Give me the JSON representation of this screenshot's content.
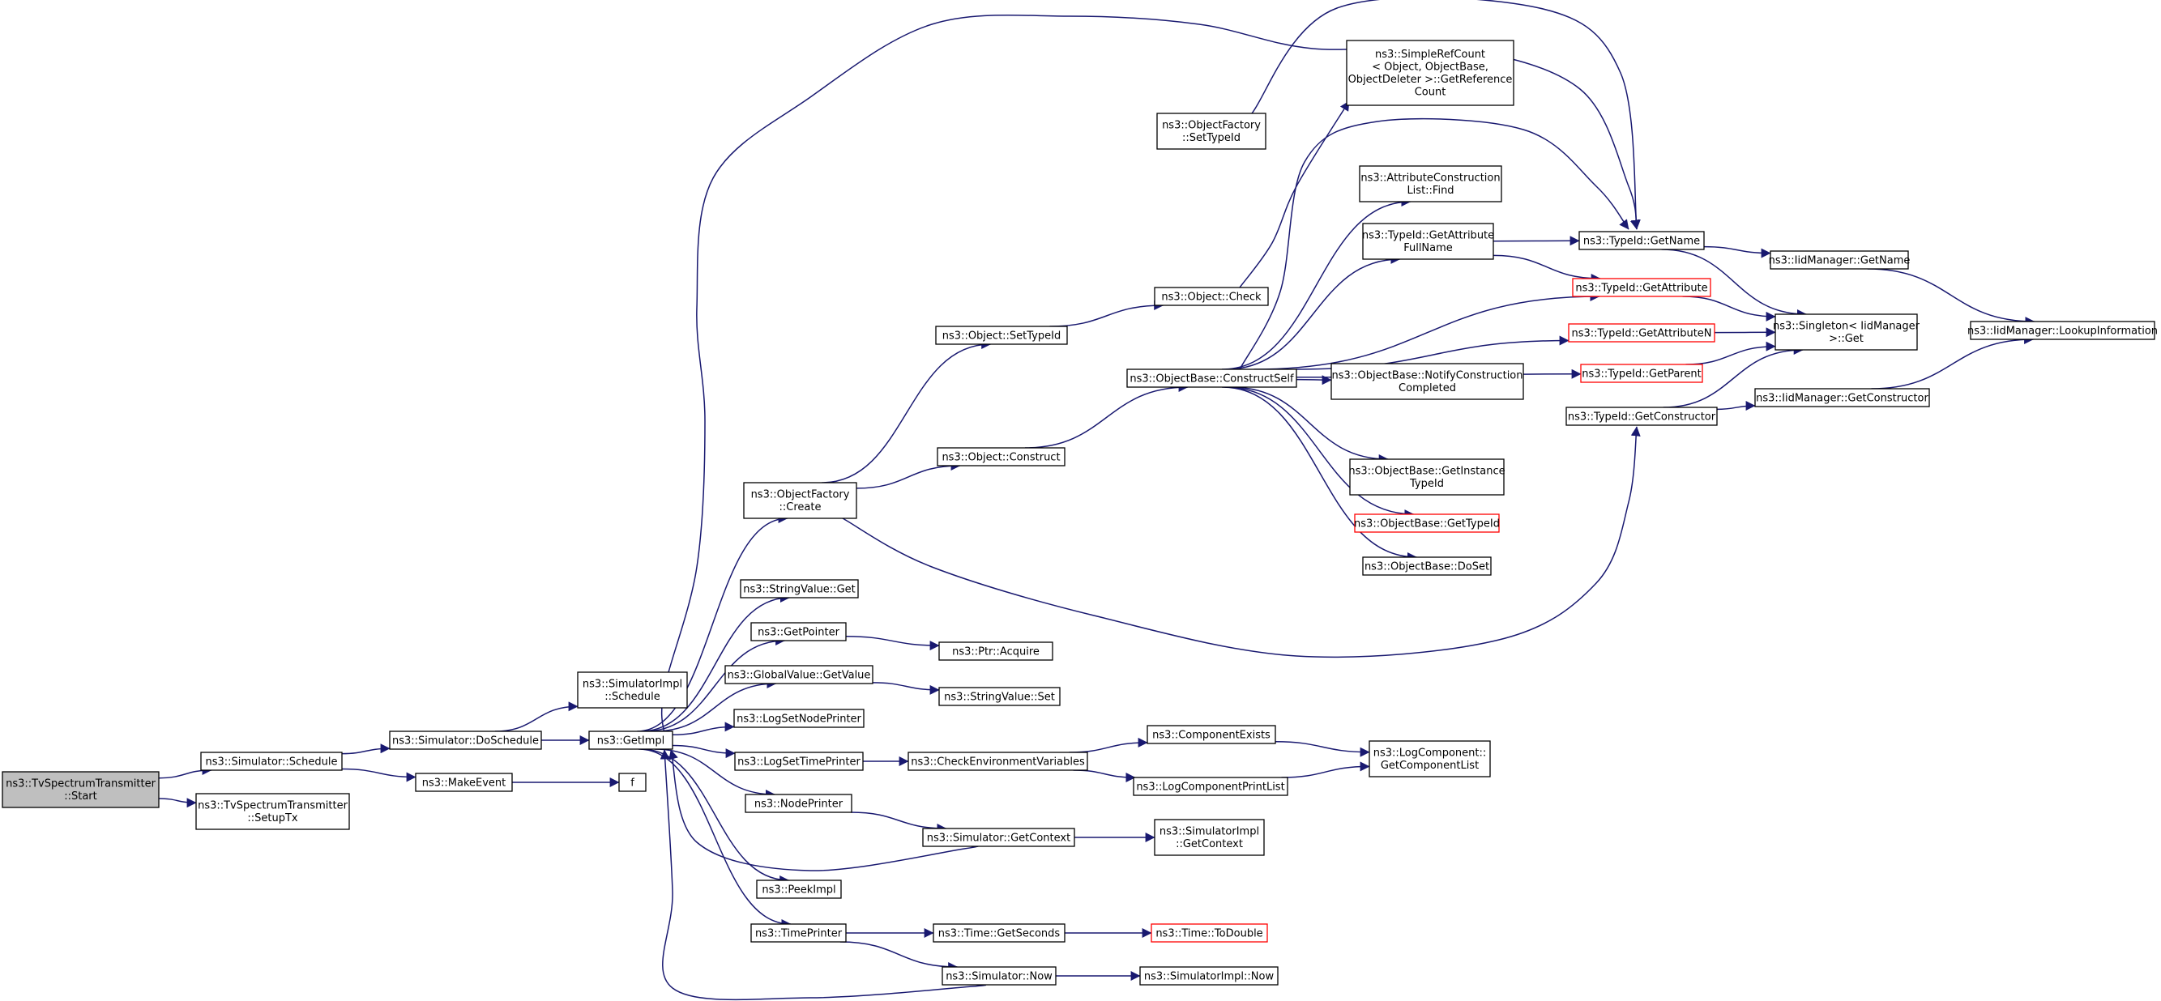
{
  "colors": {
    "edge": "#191970",
    "border": "#000000",
    "border_highlight": "#ff0000",
    "root_fill": "#bfbfbf",
    "node_fill": "#ffffff"
  },
  "nodes": [
    {
      "id": "n1",
      "lines": [
        "ns3::TvSpectrumTransmitter",
        "::Start"
      ],
      "style": "root"
    },
    {
      "id": "n2",
      "lines": [
        "ns3::Simulator::Schedule"
      ]
    },
    {
      "id": "n3",
      "lines": [
        "ns3::TvSpectrumTransmitter",
        "::SetupTx"
      ]
    },
    {
      "id": "n4",
      "lines": [
        "ns3::Simulator::DoSchedule"
      ]
    },
    {
      "id": "n5",
      "lines": [
        "ns3::MakeEvent"
      ]
    },
    {
      "id": "n6",
      "lines": [
        "ns3::SimulatorImpl",
        "::Schedule"
      ]
    },
    {
      "id": "n7",
      "lines": [
        "ns3::GetImpl"
      ]
    },
    {
      "id": "n8",
      "lines": [
        "f"
      ]
    },
    {
      "id": "n9",
      "lines": [
        "ns3::ObjectFactory",
        "::Create"
      ]
    },
    {
      "id": "n10",
      "lines": [
        "ns3::StringValue::Get"
      ]
    },
    {
      "id": "n11",
      "lines": [
        "ns3::GetPointer"
      ]
    },
    {
      "id": "n12",
      "lines": [
        "ns3::GlobalValue::GetValue"
      ]
    },
    {
      "id": "n13",
      "lines": [
        "ns3::LogSetNodePrinter"
      ]
    },
    {
      "id": "n14",
      "lines": [
        "ns3::LogSetTimePrinter"
      ]
    },
    {
      "id": "n15",
      "lines": [
        "ns3::NodePrinter"
      ]
    },
    {
      "id": "n16",
      "lines": [
        "ns3::PeekImpl"
      ]
    },
    {
      "id": "n17",
      "lines": [
        "ns3::TimePrinter"
      ]
    },
    {
      "id": "n18",
      "lines": [
        "ns3::Object::SetTypeId"
      ]
    },
    {
      "id": "n19",
      "lines": [
        "ns3::Object::Construct"
      ]
    },
    {
      "id": "n20",
      "lines": [
        "ns3::Ptr::Acquire"
      ]
    },
    {
      "id": "n21",
      "lines": [
        "ns3::StringValue::Set"
      ]
    },
    {
      "id": "n22",
      "lines": [
        "ns3::CheckEnvironmentVariables"
      ]
    },
    {
      "id": "n23",
      "lines": [
        "ns3::Simulator::GetContext"
      ]
    },
    {
      "id": "n24",
      "lines": [
        "ns3::Time::GetSeconds"
      ]
    },
    {
      "id": "n25",
      "lines": [
        "ns3::Simulator::Now"
      ]
    },
    {
      "id": "n26",
      "lines": [
        "ns3::ObjectFactory",
        "::SetTypeId"
      ]
    },
    {
      "id": "n27",
      "lines": [
        "ns3::Object::Check"
      ]
    },
    {
      "id": "n28",
      "lines": [
        "ns3::ObjectBase::ConstructSelf"
      ]
    },
    {
      "id": "n29",
      "lines": [
        "ns3::ComponentExists"
      ]
    },
    {
      "id": "n30",
      "lines": [
        "ns3::LogComponentPrintList"
      ]
    },
    {
      "id": "n31",
      "lines": [
        "ns3::SimulatorImpl",
        "::GetContext"
      ]
    },
    {
      "id": "n32",
      "lines": [
        "ns3::Time::ToDouble"
      ],
      "style": "red"
    },
    {
      "id": "n33",
      "lines": [
        "ns3::SimulatorImpl::Now"
      ]
    },
    {
      "id": "n34",
      "lines": [
        "ns3::SimpleRefCount",
        "< Object, ObjectBase,",
        "ObjectDeleter >::GetReference",
        "Count"
      ]
    },
    {
      "id": "n35",
      "lines": [
        "ns3::AttributeConstruction",
        "List::Find"
      ]
    },
    {
      "id": "n36",
      "lines": [
        "ns3::TypeId::GetAttribute",
        "FullName"
      ]
    },
    {
      "id": "n37",
      "lines": [
        "ns3::ObjectBase::NotifyConstruction",
        "Completed"
      ]
    },
    {
      "id": "n38",
      "lines": [
        "ns3::ObjectBase::GetInstance",
        "TypeId"
      ]
    },
    {
      "id": "n39",
      "lines": [
        "ns3::ObjectBase::GetTypeId"
      ],
      "style": "red"
    },
    {
      "id": "n40",
      "lines": [
        "ns3::ObjectBase::DoSet"
      ]
    },
    {
      "id": "n41",
      "lines": [
        "ns3::LogComponent::",
        "GetComponentList"
      ]
    },
    {
      "id": "n42",
      "lines": [
        "ns3::TypeId::GetName"
      ]
    },
    {
      "id": "n43",
      "lines": [
        "ns3::TypeId::GetAttribute"
      ],
      "style": "red"
    },
    {
      "id": "n44",
      "lines": [
        "ns3::TypeId::GetAttributeN"
      ],
      "style": "red"
    },
    {
      "id": "n45",
      "lines": [
        "ns3::TypeId::GetParent"
      ],
      "style": "red"
    },
    {
      "id": "n46",
      "lines": [
        "ns3::TypeId::GetConstructor"
      ]
    },
    {
      "id": "n47",
      "lines": [
        "ns3::IidManager::GetName"
      ]
    },
    {
      "id": "n48",
      "lines": [
        "ns3::Singleton< IidManager",
        ">::Get"
      ]
    },
    {
      "id": "n49",
      "lines": [
        "ns3::IidManager::GetConstructor"
      ]
    },
    {
      "id": "n50",
      "lines": [
        "ns3::IidManager::LookupInformation"
      ]
    }
  ],
  "edges": [
    [
      "n1",
      "n2"
    ],
    [
      "n1",
      "n3"
    ],
    [
      "n2",
      "n4"
    ],
    [
      "n2",
      "n5"
    ],
    [
      "n4",
      "n6"
    ],
    [
      "n4",
      "n7"
    ],
    [
      "n5",
      "n8"
    ],
    [
      "n7",
      "n9"
    ],
    [
      "n7",
      "n10"
    ],
    [
      "n7",
      "n11"
    ],
    [
      "n7",
      "n12"
    ],
    [
      "n7",
      "n13"
    ],
    [
      "n7",
      "n14"
    ],
    [
      "n7",
      "n15"
    ],
    [
      "n7",
      "n16"
    ],
    [
      "n7",
      "n17"
    ],
    [
      "n7",
      "n42"
    ],
    [
      "n9",
      "n18"
    ],
    [
      "n9",
      "n19"
    ],
    [
      "n9",
      "n46"
    ],
    [
      "n11",
      "n20"
    ],
    [
      "n12",
      "n21"
    ],
    [
      "n14",
      "n22"
    ],
    [
      "n15",
      "n23"
    ],
    [
      "n17",
      "n24"
    ],
    [
      "n17",
      "n25"
    ],
    [
      "n18",
      "n27"
    ],
    [
      "n19",
      "n28"
    ],
    [
      "n27",
      "n34"
    ],
    [
      "n26",
      "n42"
    ],
    [
      "n28",
      "n35"
    ],
    [
      "n28",
      "n36"
    ],
    [
      "n28",
      "n37"
    ],
    [
      "n28",
      "n38"
    ],
    [
      "n28",
      "n39"
    ],
    [
      "n28",
      "n40"
    ],
    [
      "n28",
      "n42"
    ],
    [
      "n28",
      "n43"
    ],
    [
      "n28",
      "n44"
    ],
    [
      "n28",
      "n45"
    ],
    [
      "n22",
      "n29"
    ],
    [
      "n22",
      "n30"
    ],
    [
      "n23",
      "n31"
    ],
    [
      "n23",
      "n7"
    ],
    [
      "n24",
      "n32"
    ],
    [
      "n25",
      "n33"
    ],
    [
      "n25",
      "n7"
    ],
    [
      "n29",
      "n41"
    ],
    [
      "n30",
      "n41"
    ],
    [
      "n36",
      "n42"
    ],
    [
      "n36",
      "n43"
    ],
    [
      "n42",
      "n47"
    ],
    [
      "n42",
      "n48"
    ],
    [
      "n43",
      "n48"
    ],
    [
      "n44",
      "n48"
    ],
    [
      "n45",
      "n48"
    ],
    [
      "n46",
      "n48"
    ],
    [
      "n46",
      "n49"
    ],
    [
      "n47",
      "n50"
    ],
    [
      "n49",
      "n50"
    ]
  ]
}
